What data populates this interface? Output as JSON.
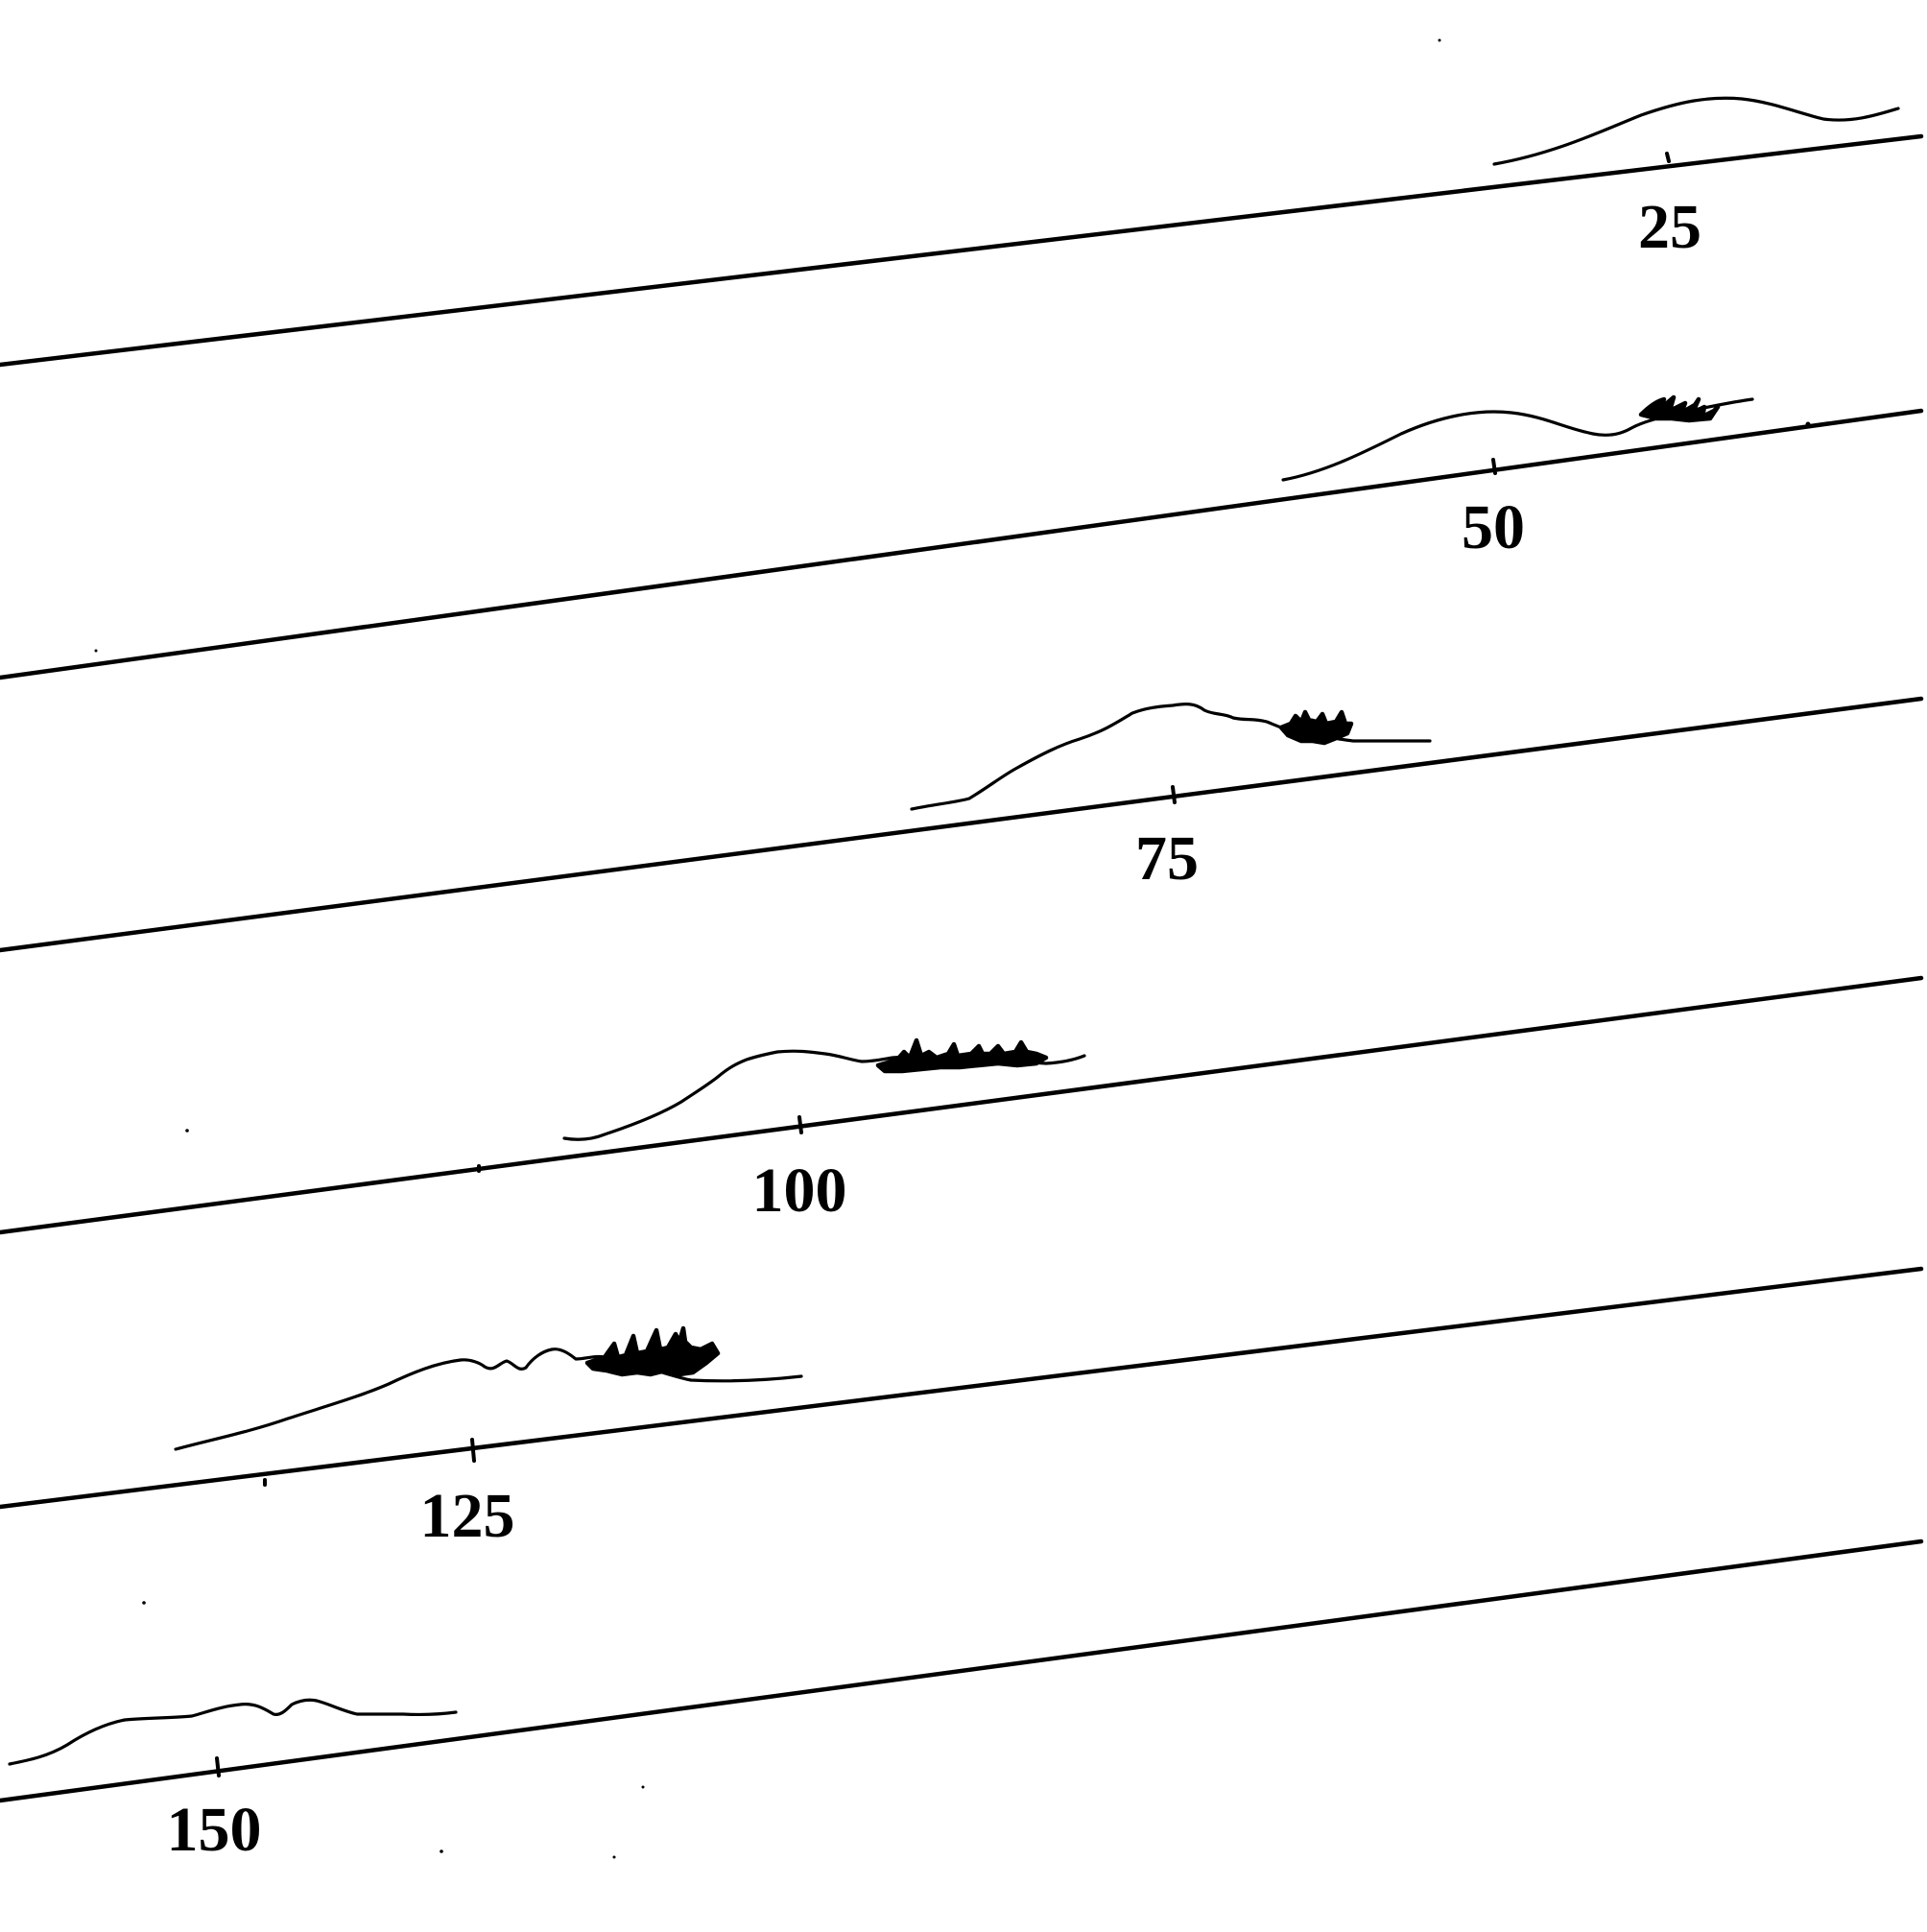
{
  "figure": {
    "background_color": "#ffffff",
    "ink_color": "#000000",
    "frames": [
      {
        "label": "25"
      },
      {
        "label": "50"
      },
      {
        "label": "75"
      },
      {
        "label": "100"
      },
      {
        "label": "125"
      },
      {
        "label": "150"
      }
    ]
  }
}
